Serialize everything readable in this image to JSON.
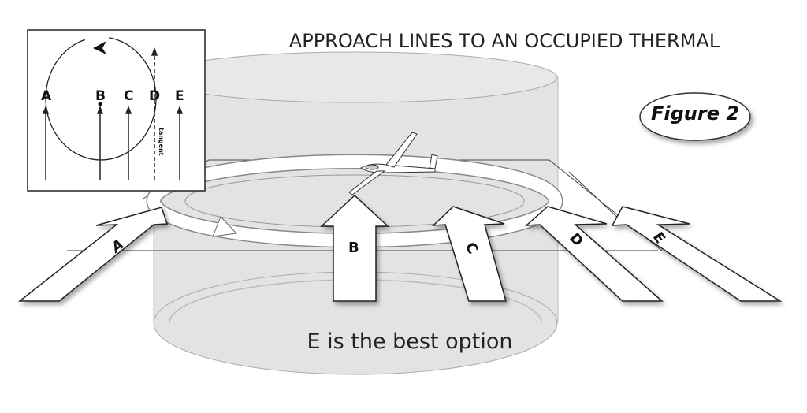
{
  "title": "APPROACH LINES TO AN OCCUPIED THERMAL",
  "figure_label": "Figure 2",
  "caption": "E is the best option",
  "inset": {
    "labels": [
      "A",
      "B",
      "C",
      "D",
      "E"
    ],
    "tangent_label": "tangent"
  },
  "arrows": [
    "A",
    "B",
    "C",
    "D",
    "E"
  ],
  "colors": {
    "cylinder": "#e3e3e3",
    "outline": "#222222",
    "arrow_fill": "#ffffff"
  }
}
